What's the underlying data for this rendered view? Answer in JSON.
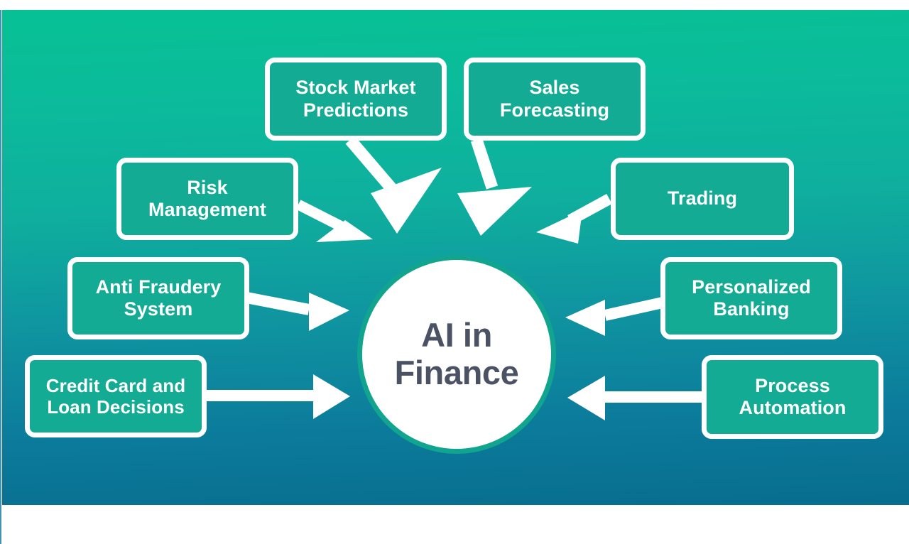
{
  "diagram": {
    "title": "AI in Finance",
    "center": {
      "label": "AI in\nFinance",
      "shape": "circle",
      "fill": "#ffffff",
      "ring_color": "#11a58f",
      "text_color": "#4a5263"
    },
    "background": {
      "gradient_top": "#07c194",
      "gradient_bottom": "#086d8e",
      "page_color": "#ffffff"
    },
    "node_style": {
      "fill": "#13ab93",
      "border": "#ffffff",
      "text_color": "#ffffff"
    },
    "arrow_color": "#ffffff",
    "nodes": [
      {
        "id": "stock-market-predictions",
        "label": "Stock Market\nPredictions",
        "position": "top-left-center",
        "arrow_direction": "to-center"
      },
      {
        "id": "sales-forecasting",
        "label": "Sales\nForecasting",
        "position": "top-right-center",
        "arrow_direction": "to-center"
      },
      {
        "id": "risk-management",
        "label": "Risk\nManagement",
        "position": "upper-left",
        "arrow_direction": "to-center"
      },
      {
        "id": "trading",
        "label": "Trading",
        "position": "upper-right",
        "arrow_direction": "to-center"
      },
      {
        "id": "anti-fraudery-system",
        "label": "Anti Fraudery\nSystem",
        "position": "middle-left",
        "arrow_direction": "to-center"
      },
      {
        "id": "personalized-banking",
        "label": "Personalized\nBanking",
        "position": "middle-right",
        "arrow_direction": "to-center"
      },
      {
        "id": "credit-card-and-loan-decisions",
        "label": "Credit Card and\nLoan Decisions",
        "position": "lower-left",
        "arrow_direction": "to-center"
      },
      {
        "id": "process-automation",
        "label": "Process\nAutomation",
        "position": "lower-right",
        "arrow_direction": "to-center"
      }
    ]
  }
}
